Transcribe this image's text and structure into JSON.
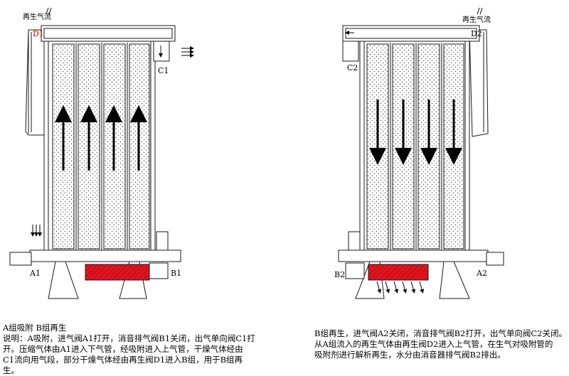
{
  "labels": {
    "regen_gas_left": "再生气流",
    "regen_gas_right": "再生气流",
    "d1": "D1",
    "d2": "D2",
    "c1": "C1",
    "c2": "C2",
    "a1": "A1",
    "a2": "A2",
    "b1": "B1",
    "b2": "B2"
  },
  "caption_left": {
    "title": "A组吸附  B组再生",
    "lines": [
      "说明：A吸附，进气阀A1打开，消音排气阀B1关闭，出气单向阀C1打",
      "开。压缩气体由A1进入下气管，经吸附进入上气管，干燥气体经由",
      "C1流向用气段，部分干燥气体经由再生阀D1进入B组，用于B组再",
      "生。"
    ]
  },
  "caption_right": {
    "lines": [
      "B组再生，进气阀A2关闭，消音排气阀B2打开，出气单向阀C2关闭。",
      "从A组流入的再生气体由再生阀D2进入上气管，在生气对吸附管的",
      "吸附剂进行解析再生，水分由消音器排气阀B2排出。"
    ]
  },
  "colors": {
    "line": "#1a1a1a",
    "muffler": "#e0141e",
    "highlight": "#d40000"
  }
}
